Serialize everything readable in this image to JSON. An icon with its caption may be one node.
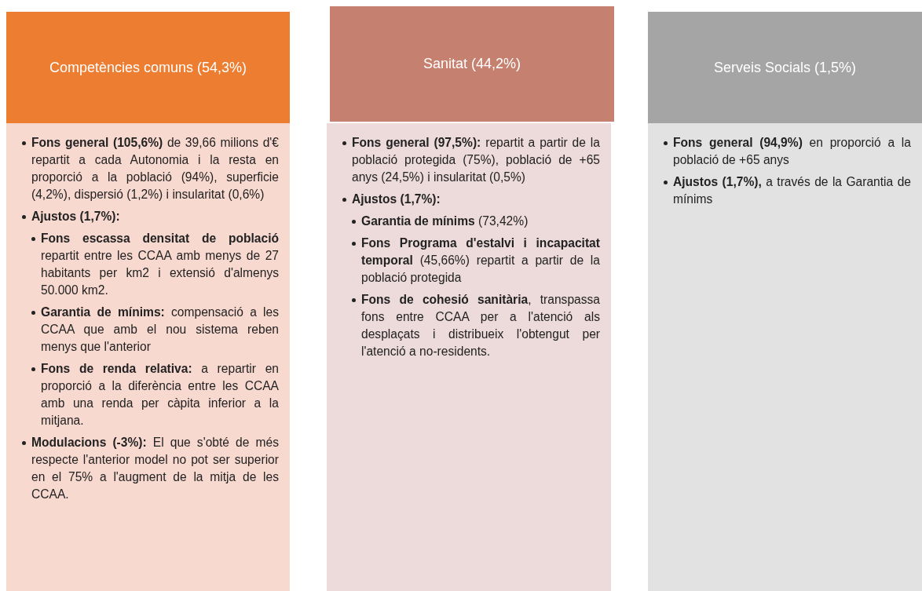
{
  "diagram": {
    "nodes": [
      {
        "text": [
          "Competències comuns (54,3%)"
        ]
      },
      {
        "text": [
          "**Fons general (105,6%)** de 39,66 milions d'€ repartit a cada Autonomia i la resta en proporció a la població (94%), superficie (4,2%), dispersió (1,2%) i insularitat (0,6%)",
          "**Ajustos (1,7%):**",
          "**Fons escassa densitat de població** repartit entre les CCAA amb menys de 27 habitants per km2 i extensió d'almenys 50.000 km2.",
          "**Garantia de mínims:** compensació a les CCAA que amb el nou sistema reben menys que l'anterior",
          "**Fons de renda relativa:** a repartir en proporció a la diferència entre les CCAA amb una renda per càpita inferior a la mitjana.",
          "**Modulacions (-3%):** El que s'obté de més respecte l'anterior model no pot ser superior en el 75% a l'augment de la mitja de les CCAA."
        ]
      },
      {
        "text": [
          "Sanitat (44,2%)"
        ]
      },
      {
        "text": [
          "**Fons general (97,5%):** repartit a partir de la població protegida (75%), població de +65 anys (24,5%) i insularitat (0,5%)",
          "**Ajustos (1,7%):**",
          "**Garantia de mínims** (73,42%)",
          "**Fons Programa d'estalvi i incapacitat temporal** (45,66%) repartit a partir de la població protegida",
          "**Fons de cohesió sanitària**, transpassa fons entre CCAA per a l'atenció als desplaçats i distribueix l'obtengut per l'atenció a no-residents."
        ]
      },
      {
        "text": [
          "Serveis Socials (1,5%)"
        ]
      },
      {
        "text": [
          "**Fons general (94,9%)** en proporció a la població de +65 anys",
          "**Ajustos (1,7%),** a través de la Garantia de mínims"
        ]
      }
    ]
  }
}
